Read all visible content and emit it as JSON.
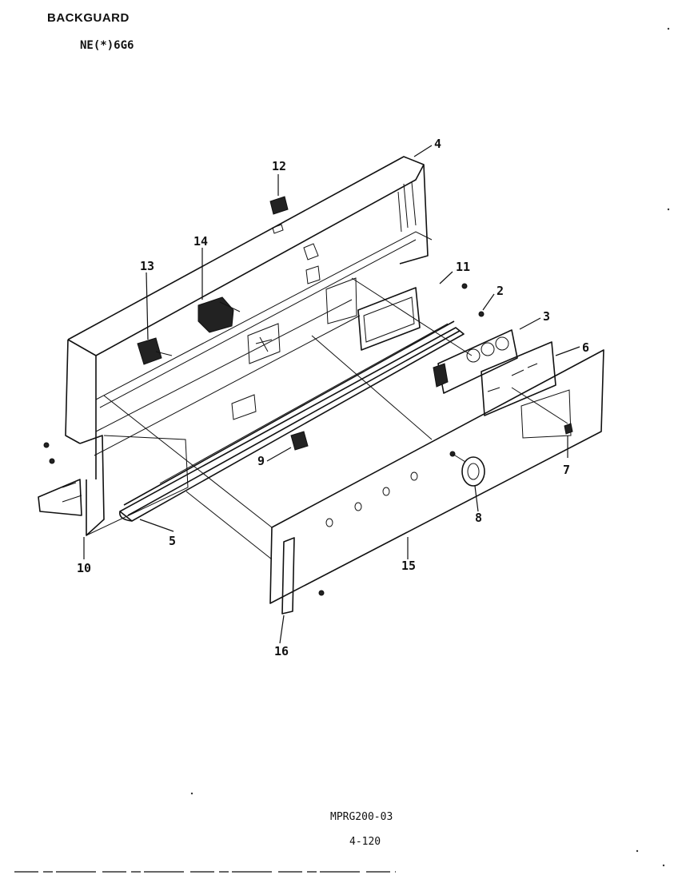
{
  "header": {
    "title": "BACKGUARD",
    "model": "NE(*)6G6"
  },
  "footer": {
    "code": "MPRG200-03",
    "page": "4-120"
  },
  "callouts": [
    {
      "id": "c1",
      "label": "4"
    },
    {
      "id": "c2",
      "label": "12"
    },
    {
      "id": "c3",
      "label": "14"
    },
    {
      "id": "c4",
      "label": "13"
    },
    {
      "id": "c5",
      "label": "11"
    },
    {
      "id": "c6",
      "label": "2"
    },
    {
      "id": "c7",
      "label": "3"
    },
    {
      "id": "c8",
      "label": "6"
    },
    {
      "id": "c9",
      "label": "7"
    },
    {
      "id": "c10",
      "label": "8"
    },
    {
      "id": "c11",
      "label": "9"
    },
    {
      "id": "c12",
      "label": "5"
    },
    {
      "id": "c13",
      "label": "10"
    },
    {
      "id": "c14",
      "label": "15"
    },
    {
      "id": "c15",
      "label": "16"
    }
  ]
}
